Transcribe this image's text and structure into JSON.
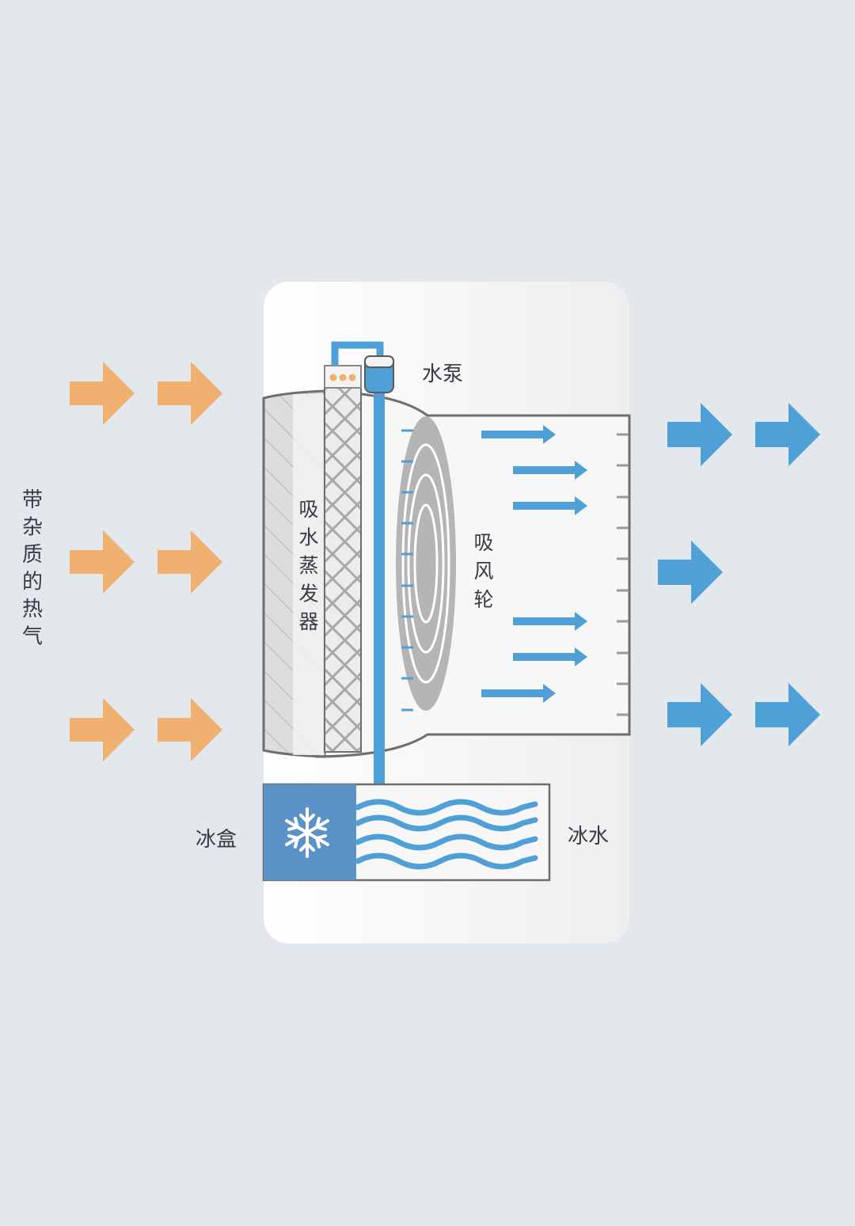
{
  "labels": {
    "hot_air": "带杂质的热气",
    "pump": "水泵",
    "evaporator": "吸水蒸发器",
    "fan": "吸风轮",
    "ice_box": "冰盒",
    "ice_water": "冰水"
  },
  "colors": {
    "background": "#e3e8ec",
    "hot_air_arrow": "#f0b070",
    "cool_air_arrow": "#4fa0d6",
    "water": "#4fa0d6",
    "ice_box": "#5b93c9",
    "housing": "#fafafa",
    "fan": "#b5b5b5",
    "outline": "#6e6e6e"
  },
  "icons": {
    "ice_box": "snowflake-icon",
    "evaporator_indicator": "three-dots-icon"
  }
}
